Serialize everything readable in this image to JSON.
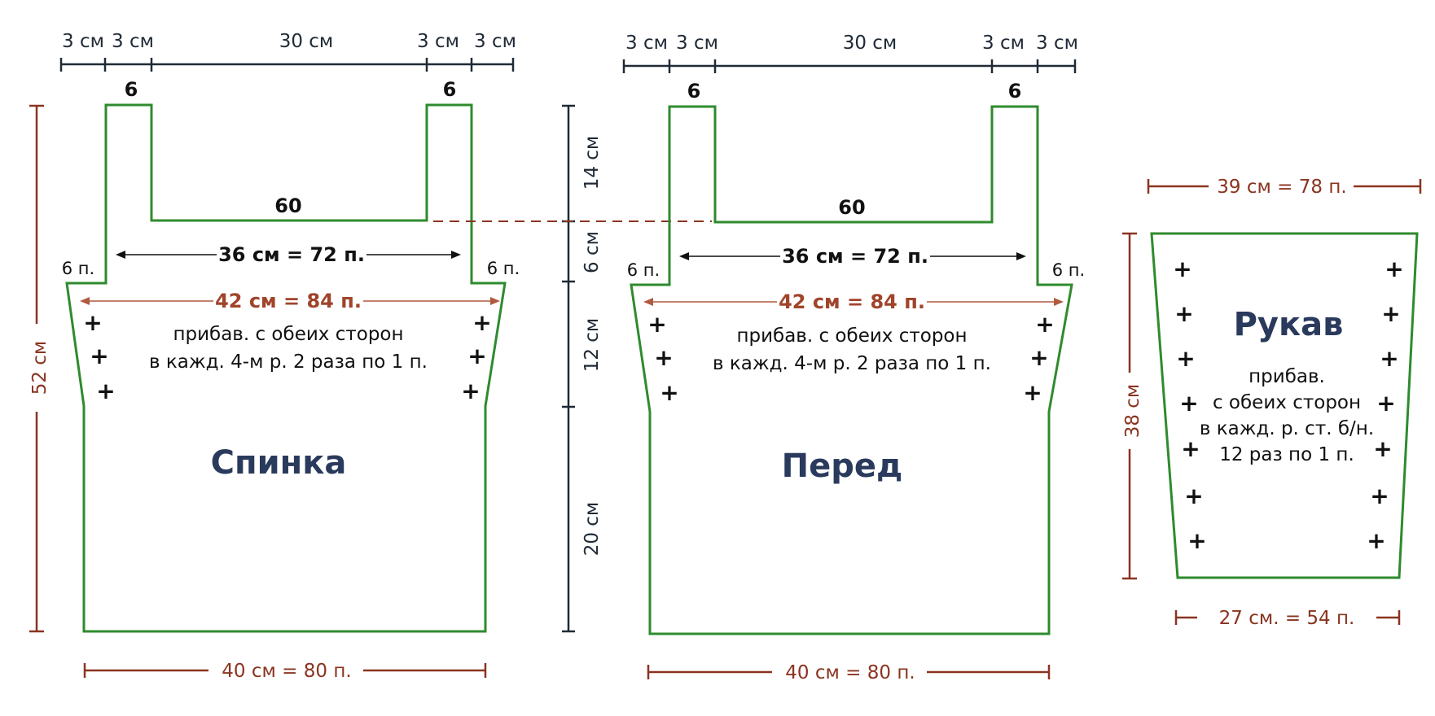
{
  "back": {
    "title": "Спинка",
    "top_segments": [
      "3 см",
      "3 см",
      "30 см",
      "3 см",
      "3 см"
    ],
    "strap_left": "6",
    "strap_right": "6",
    "neck": "60",
    "shoulder_width": "36 см = 72 п.",
    "chest_width": "42 см = 84 п.",
    "side_left": "6 п.",
    "side_right": "6 п.",
    "note_line1": "прибав. с обеих сторон",
    "note_line2": "в кажд. 4-м р. 2 раза по 1 п.",
    "bottom_width": "40 см = 80 п.",
    "height": "52 см",
    "plus": "+"
  },
  "front": {
    "title": "Перед",
    "top_segments": [
      "3 см",
      "3 см",
      "30 см",
      "3 см",
      "3 см"
    ],
    "strap_left": "6",
    "strap_right": "6",
    "neck": "60",
    "shoulder_width": "36 см = 72 п.",
    "chest_width": "42 см = 84 п.",
    "side_left": "6 п.",
    "side_right": "6 п.",
    "note_line1": "прибав. с обеих сторон",
    "note_line2": "в кажд. 4-м р. 2 раза по 1 п.",
    "bottom_width": "40 см = 80 п.",
    "plus": "+"
  },
  "vertical_scale": [
    "14 см",
    "6 см",
    "12 см",
    "20 см"
  ],
  "sleeve": {
    "title": "Рукав",
    "top_width": "39 см = 78 п.",
    "bottom_width": "27 см. = 54 п.",
    "height": "38 см",
    "note_line1": "прибав.",
    "note_line2": "с обеих сторон",
    "note_line3": "в кажд. р. ст. б/н.",
    "note_line4": "12 раз по 1 п.",
    "plus": "+"
  },
  "colors": {
    "outline": "#2e8b2e",
    "dimension_dark": "#1f2a36",
    "dimension_brown": "#8a3420",
    "title": "#2a3a5c"
  }
}
